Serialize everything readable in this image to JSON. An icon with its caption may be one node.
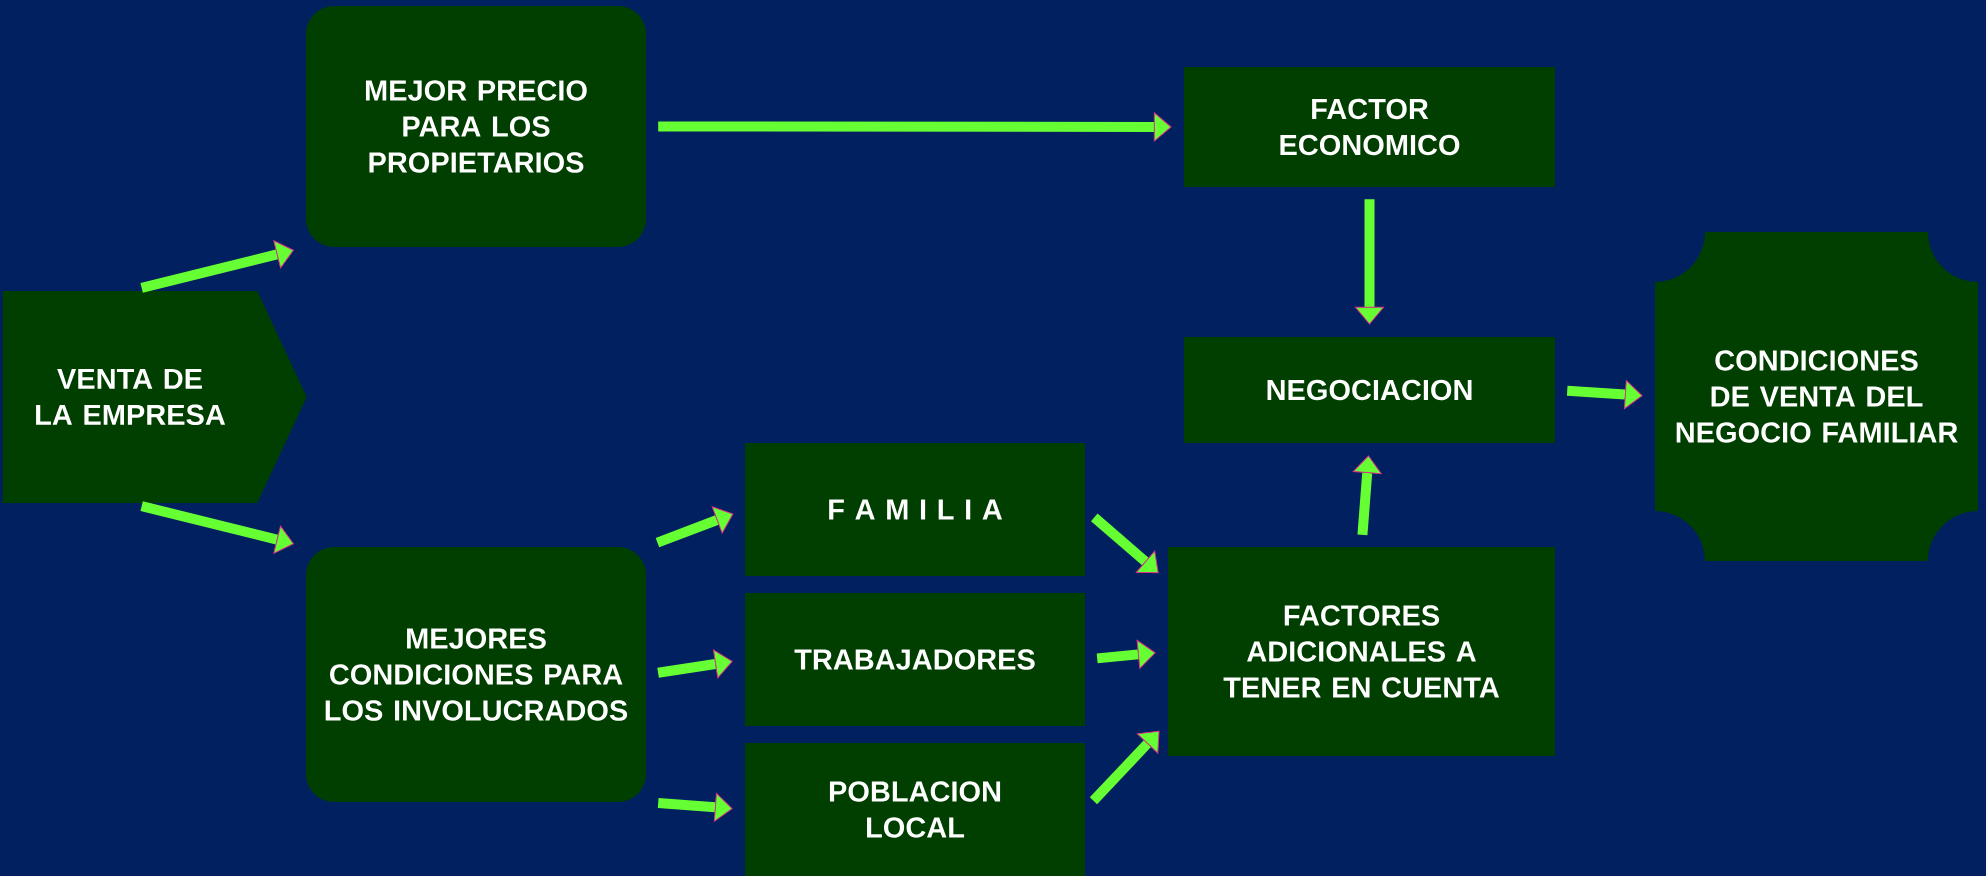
{
  "diagram": {
    "nodes": [
      {
        "text": [
          "VENTA DE LA EMPRESA"
        ]
      },
      {
        "text": [
          "MEJOR PRECIO PARA LOS PROPIETARIOS"
        ]
      },
      {
        "text": [
          "MEJORES CONDICIONES PARA LOS INVOLUCRADOS"
        ]
      },
      {
        "text": [
          "FACTOR ECONOMICO"
        ]
      },
      {
        "text": [
          "NEGOCIACION"
        ]
      },
      {
        "text": [
          "CONDICIONES DE VENTA DEL NEGOCIO FAMILIAR"
        ]
      },
      {
        "text": [
          "F A M I L I A"
        ]
      },
      {
        "text": [
          "TRABAJADORES"
        ]
      },
      {
        "text": [
          "POBLACION LOCAL"
        ]
      },
      {
        "text": [
          "FACTORES ADICIONALES A TENER EN CUENTA"
        ]
      }
    ],
    "edges": [
      {
        "from": 0,
        "to": 1,
        "arrow": "to"
      },
      {
        "from": 0,
        "to": 2,
        "arrow": "to"
      },
      {
        "from": 1,
        "to": 3,
        "arrow": "to"
      },
      {
        "from": 3,
        "to": 4,
        "arrow": "to"
      },
      {
        "from": 4,
        "to": 5,
        "arrow": "to"
      },
      {
        "from": 2,
        "to": 6,
        "arrow": "to"
      },
      {
        "from": 2,
        "to": 7,
        "arrow": "to"
      },
      {
        "from": 2,
        "to": 8,
        "arrow": "to"
      },
      {
        "from": 6,
        "to": 9,
        "arrow": "to"
      },
      {
        "from": 7,
        "to": 9,
        "arrow": "to"
      },
      {
        "from": 8,
        "to": 9,
        "arrow": "to"
      },
      {
        "from": 9,
        "to": 4,
        "arrow": "to"
      }
    ]
  }
}
